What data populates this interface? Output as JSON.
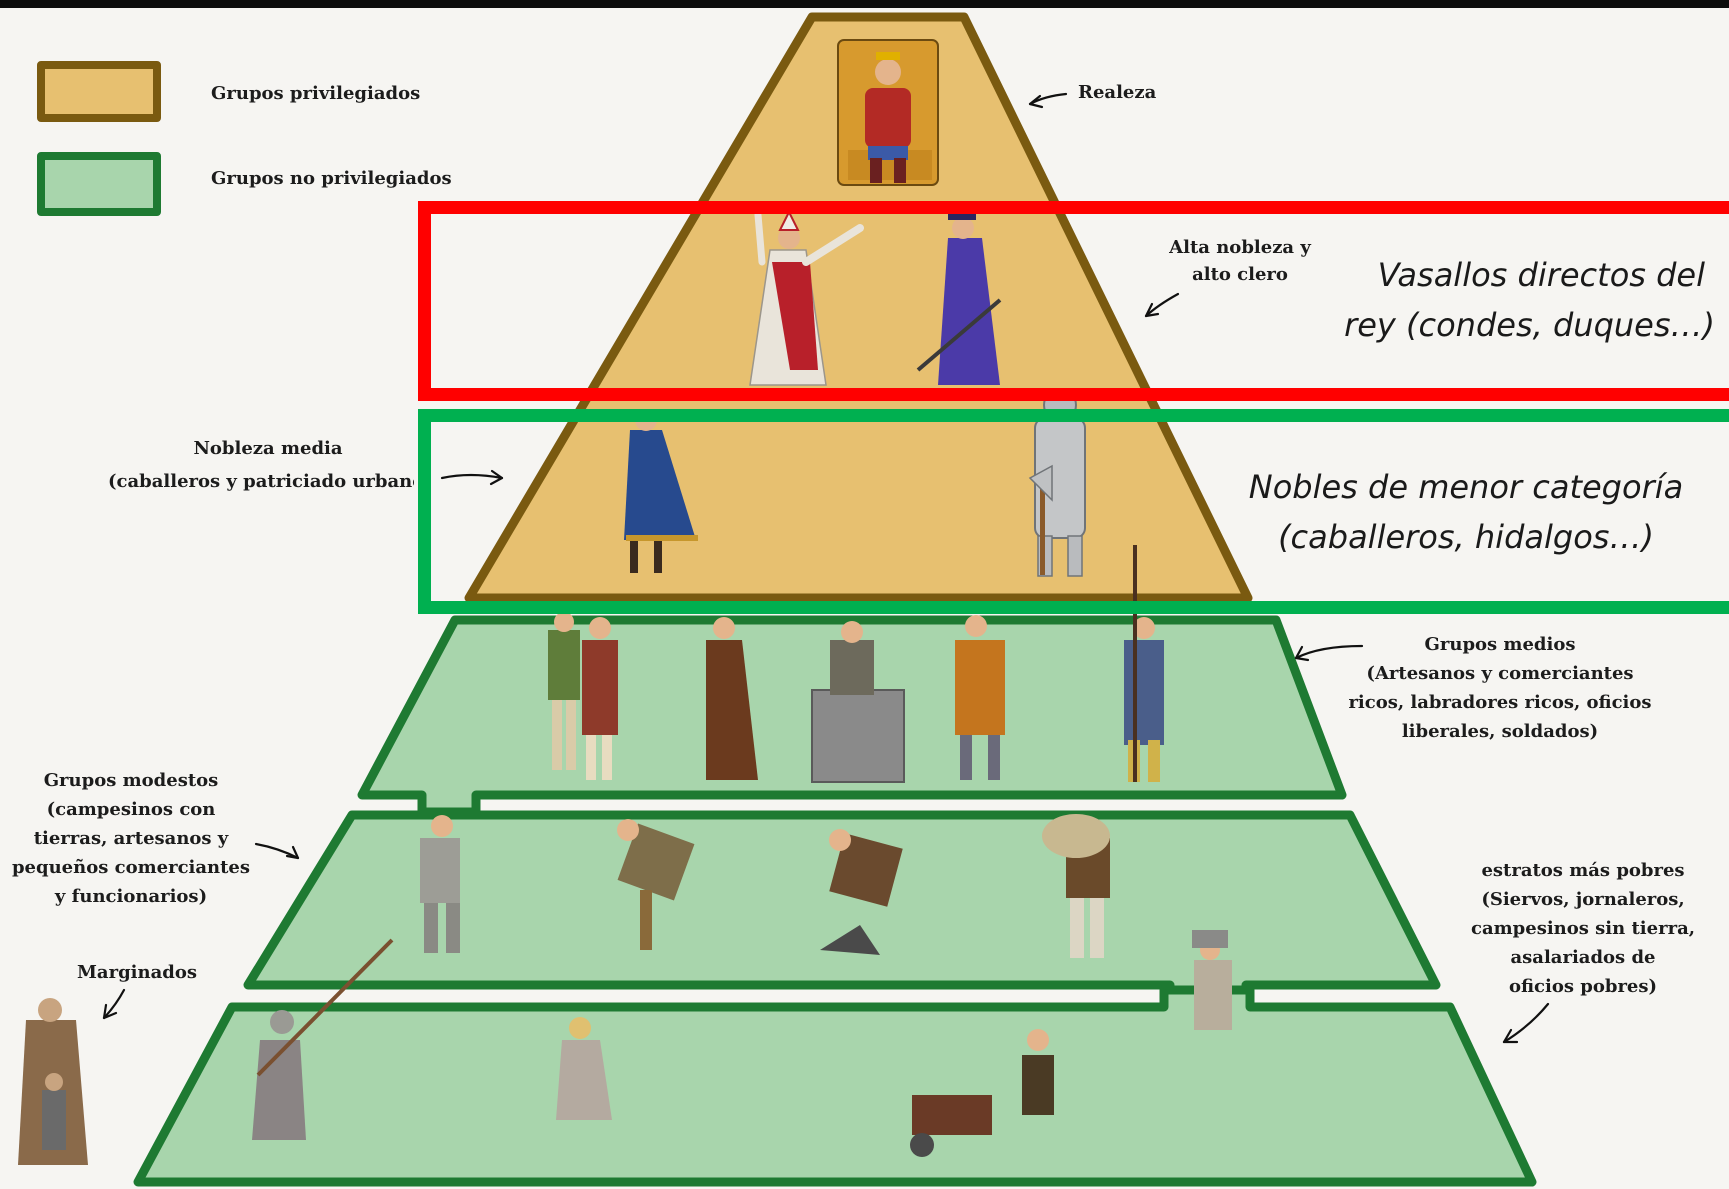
{
  "colors": {
    "privileged_fill": "#e7c070",
    "privileged_stroke": "#7a5a10",
    "nonprivileged_fill": "#a8d5ac",
    "nonprivileged_stroke": "#1e7a32",
    "highlight_red": "#ff0000",
    "highlight_green": "#00b050"
  },
  "legend": {
    "privileged": "Grupos privilegiados",
    "nonprivileged": "Grupos no privilegiados"
  },
  "labels": {
    "realeza": "Realeza",
    "alta_1": "Alta nobleza y",
    "alta_2": "alto clero",
    "media_1": "Nobleza media",
    "media_2": "(caballeros y patriciado urbano",
    "medios_1": "Grupos medios",
    "medios_2": "(Artesanos y comerciantes",
    "medios_3": "ricos, labradores ricos, oficios",
    "medios_4": "liberales, soldados)",
    "modestos_1": "Grupos modestos",
    "modestos_2": "(campesinos con",
    "modestos_3": "tierras, artesanos y",
    "modestos_4": "pequeños comerciantes",
    "modestos_5": "y funcionarios)",
    "marginados": "Marginados",
    "pobres_1": "estratos más pobres",
    "pobres_2": "(Siervos, jornaleros,",
    "pobres_3": "campesinos sin tierra,",
    "pobres_4": "asalariados de",
    "pobres_5": "oficios pobres)"
  },
  "highlights": {
    "red_1": "Vasallos directos del",
    "red_2": "rey (condes, duques…)",
    "green_1": "Nobles de menor categoría",
    "green_2": "(caballeros, hidalgos…)"
  }
}
